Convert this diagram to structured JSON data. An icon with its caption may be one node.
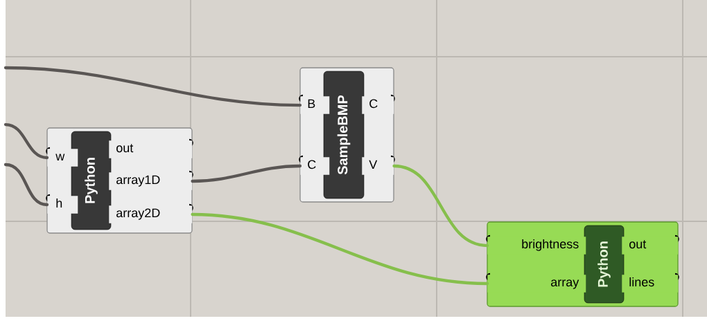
{
  "diagram": {
    "nodes": [
      {
        "text": [],
        "shape": "box"
      },
      {
        "text": [
          "Python"
        ],
        "in": 0
      },
      {
        "text": [
          "w"
        ],
        "in": 0
      },
      {
        "text": [
          "h"
        ],
        "in": 0
      },
      {
        "text": [
          "out"
        ],
        "in": 0
      },
      {
        "text": [
          "array1D"
        ],
        "in": 0
      },
      {
        "text": [
          "array2D"
        ],
        "in": 0
      },
      {
        "text": [],
        "shape": "box"
      },
      {
        "text": [
          "SampleBMP"
        ],
        "in": 7
      },
      {
        "text": [
          "B"
        ],
        "in": 7
      },
      {
        "text": [
          "C"
        ],
        "in": 7
      },
      {
        "text": [
          "C"
        ],
        "in": 7
      },
      {
        "text": [
          "V"
        ],
        "in": 7
      },
      {
        "text": [],
        "shape": "box"
      },
      {
        "text": [
          "Python"
        ],
        "in": 13
      },
      {
        "text": [
          "brightness"
        ],
        "in": 13
      },
      {
        "text": [
          "array"
        ],
        "in": 13
      },
      {
        "text": [
          "out"
        ],
        "in": 13
      },
      {
        "text": [
          "lines"
        ],
        "in": 13
      }
    ],
    "edges": [
      {
        "from": null,
        "to": 9,
        "arrow": "none"
      },
      {
        "from": null,
        "to": 2,
        "arrow": "none"
      },
      {
        "from": null,
        "to": 3,
        "arrow": "none"
      },
      {
        "from": 5,
        "to": 10,
        "arrow": "none"
      },
      {
        "from": 12,
        "to": 15,
        "arrow": "none",
        "color": "#86bf4c"
      },
      {
        "from": 6,
        "to": 16,
        "arrow": "none",
        "color": "#86bf4c"
      }
    ]
  }
}
